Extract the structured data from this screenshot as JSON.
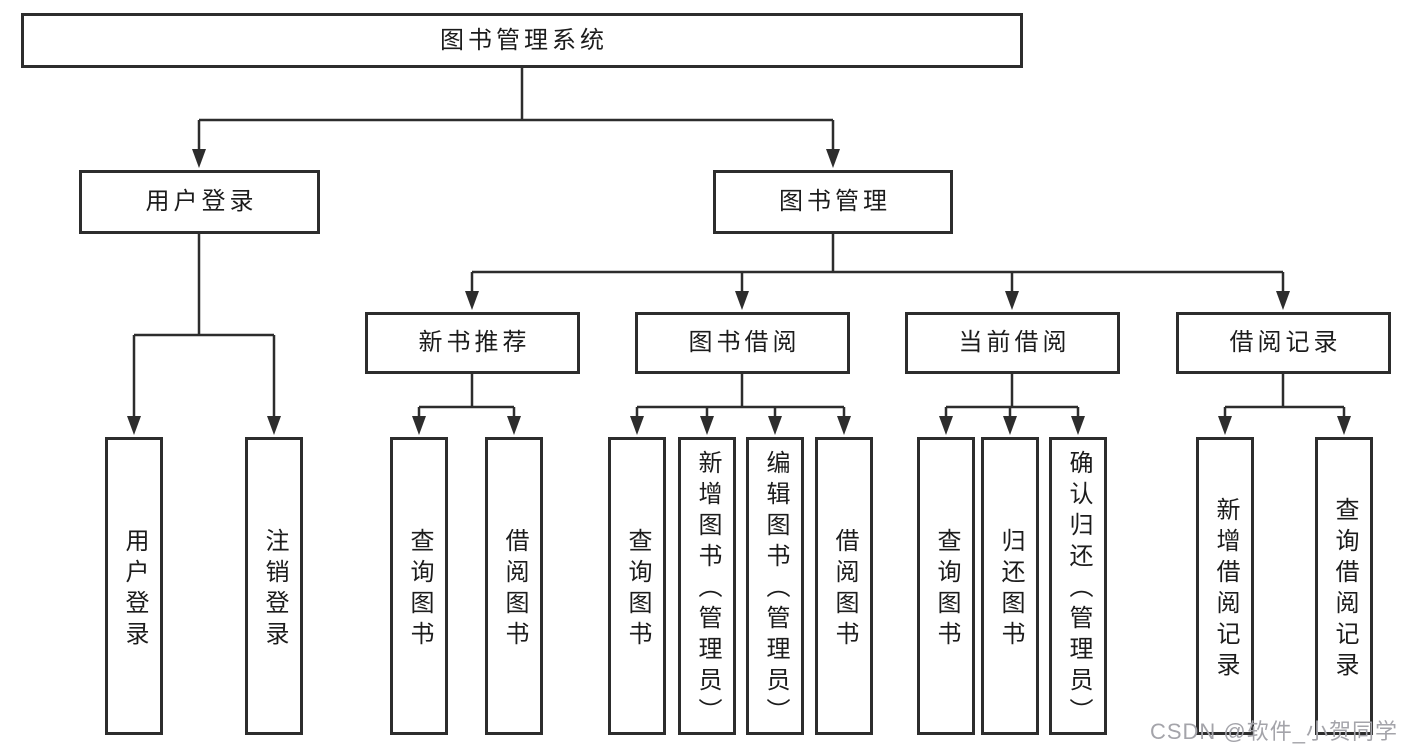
{
  "diagram": {
    "root": {
      "label": "图书管理系统"
    },
    "level2": {
      "user_login": {
        "label": "用户登录"
      },
      "book_management": {
        "label": "图书管理"
      }
    },
    "level3": {
      "new_book_recommend": {
        "label": "新书推荐"
      },
      "book_borrow": {
        "label": "图书借阅"
      },
      "current_borrow": {
        "label": "当前借阅"
      },
      "borrow_records": {
        "label": "借阅记录"
      }
    },
    "leaves": {
      "user_login": [
        "用户登录",
        "注销登录"
      ],
      "new_book_recommend": [
        "查询图书",
        "借阅图书"
      ],
      "book_borrow": [
        "查询图书",
        "新增图书（管理员）",
        "编辑图书（管理员）",
        "借阅图书"
      ],
      "current_borrow": [
        "查询图书",
        "归还图书",
        "确认归还（管理员）"
      ],
      "borrow_records": [
        "新增借阅记录",
        "查询借阅记录"
      ]
    },
    "line_color": "#2d2d2d"
  },
  "watermark": {
    "text": "CSDN @软件_小贺同学"
  }
}
